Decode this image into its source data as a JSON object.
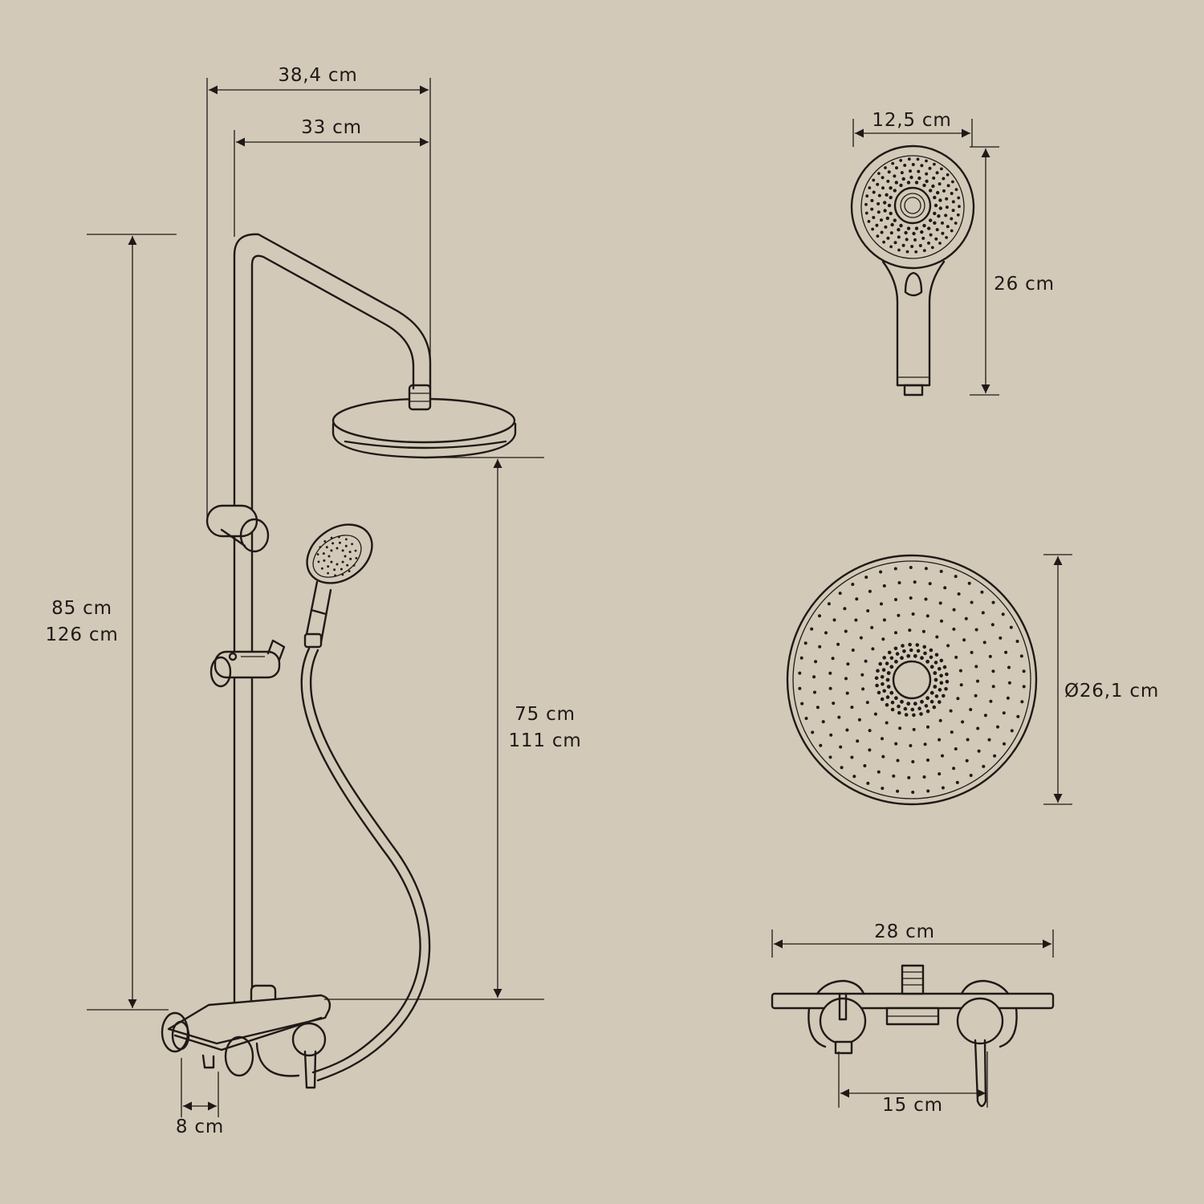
{
  "colors": {
    "background": "#d3c9b8",
    "line": "#1f1a17"
  },
  "side_view": {
    "width_outer": "38,4 cm",
    "width_arm": "33 cm",
    "height_total_line1": "85 cm",
    "height_total_line2": "126 cm",
    "height_head_line1": "75 cm",
    "height_head_line2": "111 cm",
    "mixer_offset": "8 cm"
  },
  "hand_shower": {
    "width": "12,5 cm",
    "length": "26 cm"
  },
  "overhead_shower": {
    "diameter": "Ø26,1 cm"
  },
  "mixer": {
    "width": "28 cm",
    "connection_distance": "15 cm"
  }
}
